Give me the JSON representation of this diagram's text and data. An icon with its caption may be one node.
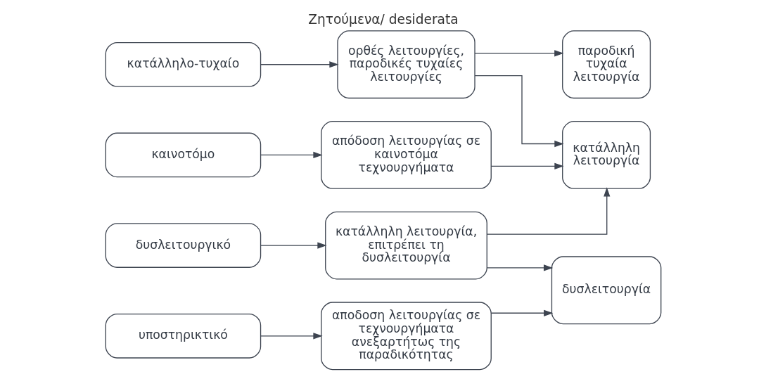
{
  "diagram": {
    "title": "Ζητούμενα/ desiderata",
    "nodes": [
      {
        "text": [
          "κατάλληλο-τυχαίο"
        ]
      },
      {
        "text": [
          "ορθές λειτουργίες, παροδικές τυχαίες λειτουργίες"
        ]
      },
      {
        "text": [
          "παροδική τυχαία λειτουργία"
        ]
      },
      {
        "text": [
          "δυσλειτουργικό"
        ]
      },
      {
        "text": [
          "κατάλληλη λειτουργία, επιτρέπει τη δυσλειτουργία"
        ]
      },
      {
        "text": [
          "κατάλληλη λειτουργία"
        ]
      },
      {
        "text": [
          "υποστηρικτικό"
        ]
      },
      {
        "text": [
          "αποδοση λειτουργίας σε τεχνουργήματα ανεξαρτήτως της παραδικότητας"
        ]
      },
      {
        "text": [
          "δυσλειτουργία"
        ]
      },
      {
        "text": [
          "καινοτόμο"
        ]
      },
      {
        "text": [
          "απόδοση λειτουργίας σε καινοτόμα τεχνουργήματα"
        ]
      }
    ],
    "edges": [
      {
        "from": 0,
        "to": 1,
        "arrow": "to"
      },
      {
        "from": 1,
        "to": 2,
        "arrow": "to"
      },
      {
        "from": 1,
        "to": 5,
        "arrow": "to"
      },
      {
        "from": 3,
        "to": 4,
        "arrow": "to"
      },
      {
        "from": 4,
        "to": 5,
        "arrow": "to"
      },
      {
        "from": 4,
        "to": 8,
        "arrow": "to"
      },
      {
        "from": 6,
        "to": 7,
        "arrow": "to"
      },
      {
        "from": 7,
        "to": 8,
        "arrow": "to"
      },
      {
        "from": 9,
        "to": 10,
        "arrow": "to"
      },
      {
        "from": 10,
        "to": 5,
        "arrow": "to"
      }
    ]
  }
}
